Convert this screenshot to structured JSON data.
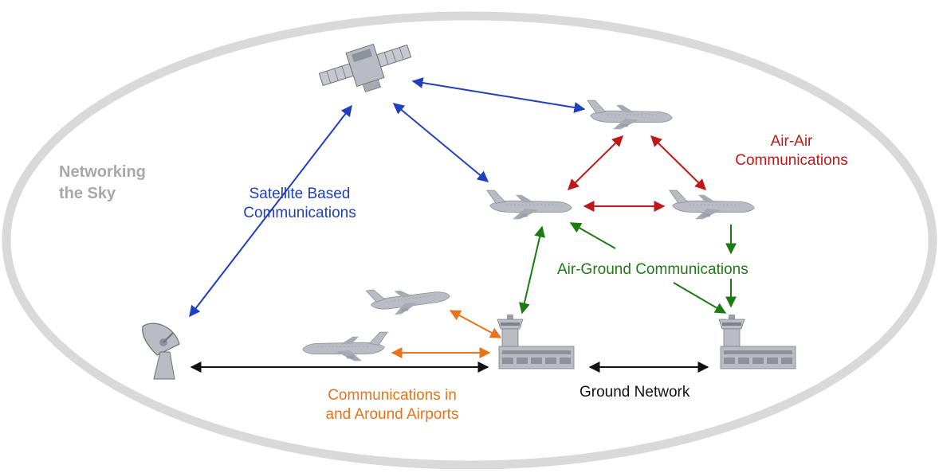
{
  "title_lines": [
    "Networking",
    "the Sky"
  ],
  "labels": {
    "satellite": [
      "Satellite Based",
      "Communications"
    ],
    "air_air": [
      "Air-Air",
      "Communications"
    ],
    "air_ground": "Air-Ground Communications",
    "airports": [
      "Communications in",
      "and Around Airports"
    ],
    "ground_network": "Ground Network"
  },
  "nodes": [
    "satellite-icon",
    "airplane-icon",
    "ground-antenna-icon",
    "control-tower-icon"
  ],
  "colors": {
    "satellite": "#1f3fbf",
    "air_air": "#c01818",
    "air_ground": "#1e7a12",
    "airports": "#e8731a",
    "ground_network": "#111111",
    "title": "#a8a8a8",
    "ellipse": "#d9d9d9",
    "icon_fill": "#b9bcc3"
  }
}
